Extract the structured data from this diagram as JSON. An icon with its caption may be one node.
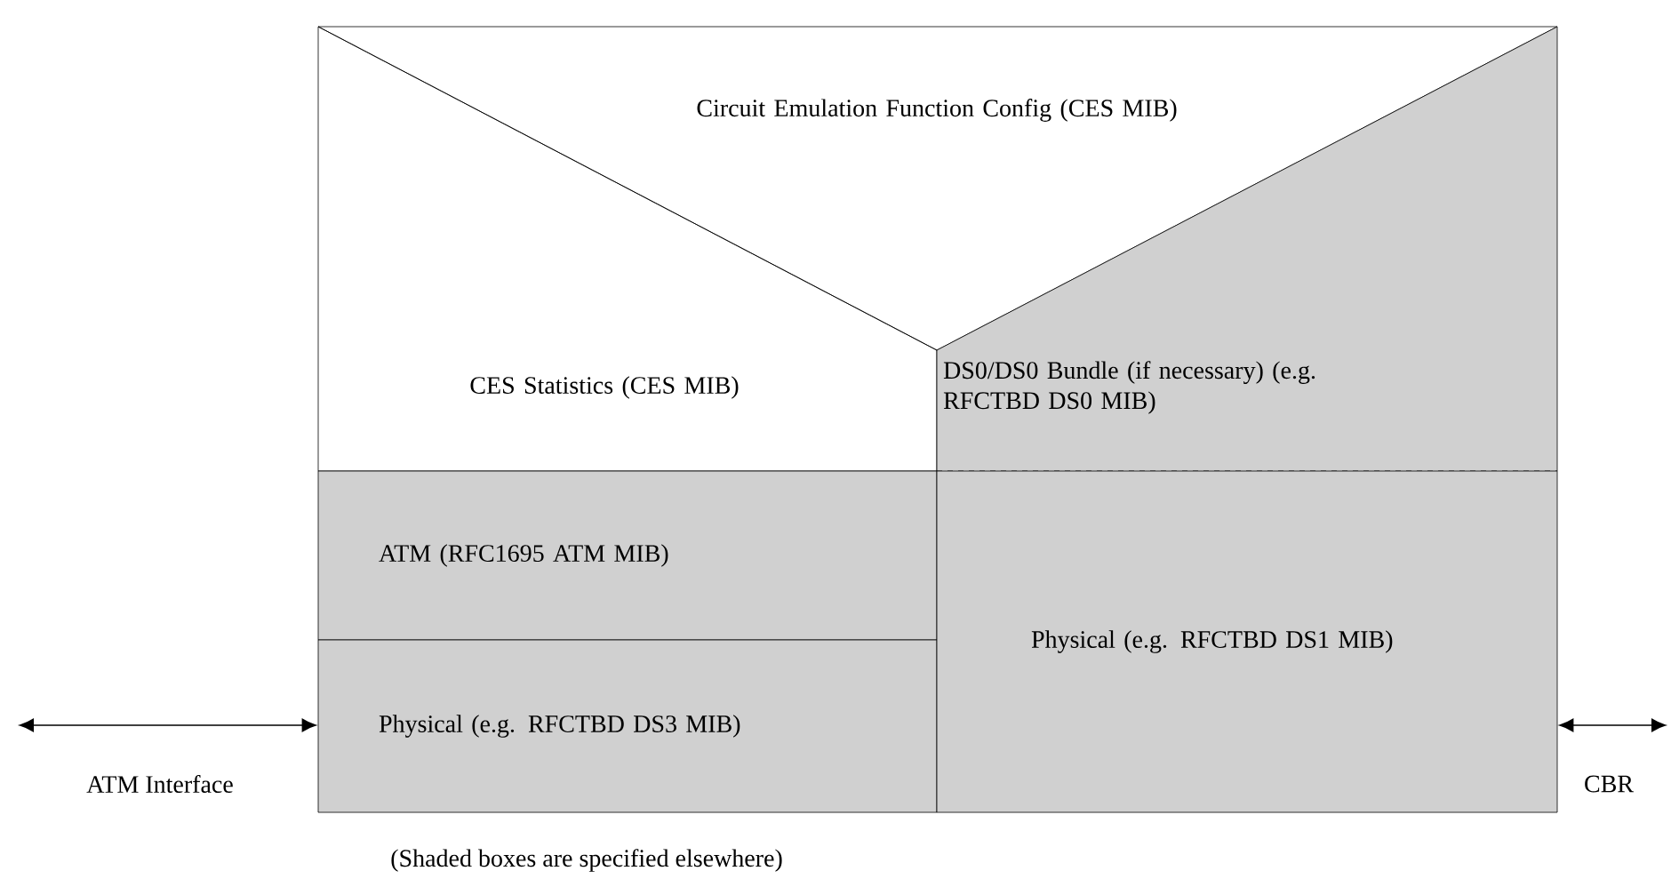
{
  "diagram": {
    "caption": "(Shaded boxes are specified elsewhere)",
    "nodes": [
      {
        "text": [
          "Circuit Emulation Function Config (CES MIB)"
        ]
      },
      {
        "text": [
          "CES Statistics (CES MIB)"
        ]
      },
      {
        "text": [
          "DS0/DS0 Bundle (if necessary) (e.g. RFCTBD DS0 MIB)"
        ]
      },
      {
        "text": [
          "ATM (RFC1695 ATM MIB)"
        ]
      },
      {
        "text": [
          "Physical (e.g. RFCTBD DS3 MIB)"
        ]
      },
      {
        "text": [
          "Physical (e.g. RFCTBD DS1 MIB)"
        ]
      }
    ],
    "edges": [
      {
        "from": null,
        "to": 4,
        "arrow": "both",
        "label": "ATM Interface"
      },
      {
        "from": 5,
        "to": null,
        "arrow": "both",
        "label": "CBR"
      }
    ]
  }
}
